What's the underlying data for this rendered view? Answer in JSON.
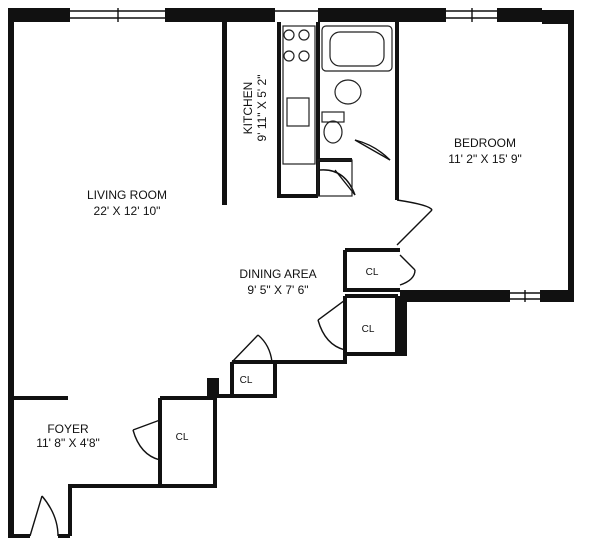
{
  "rooms": {
    "living_room": {
      "name": "LIVING ROOM",
      "dims": "22' X 12' 10\""
    },
    "kitchen": {
      "name": "KITCHEN",
      "dims": "9' 11\" X 5' 2\""
    },
    "bedroom": {
      "name": "BEDROOM",
      "dims": "11' 2\" X 15' 9\""
    },
    "dining_area": {
      "name": "DINING AREA",
      "dims": "9' 5\" X 7' 6\""
    },
    "foyer": {
      "name": "FOYER",
      "dims": "11' 8\" X 4'8\""
    }
  },
  "closets": {
    "label": "CL"
  }
}
